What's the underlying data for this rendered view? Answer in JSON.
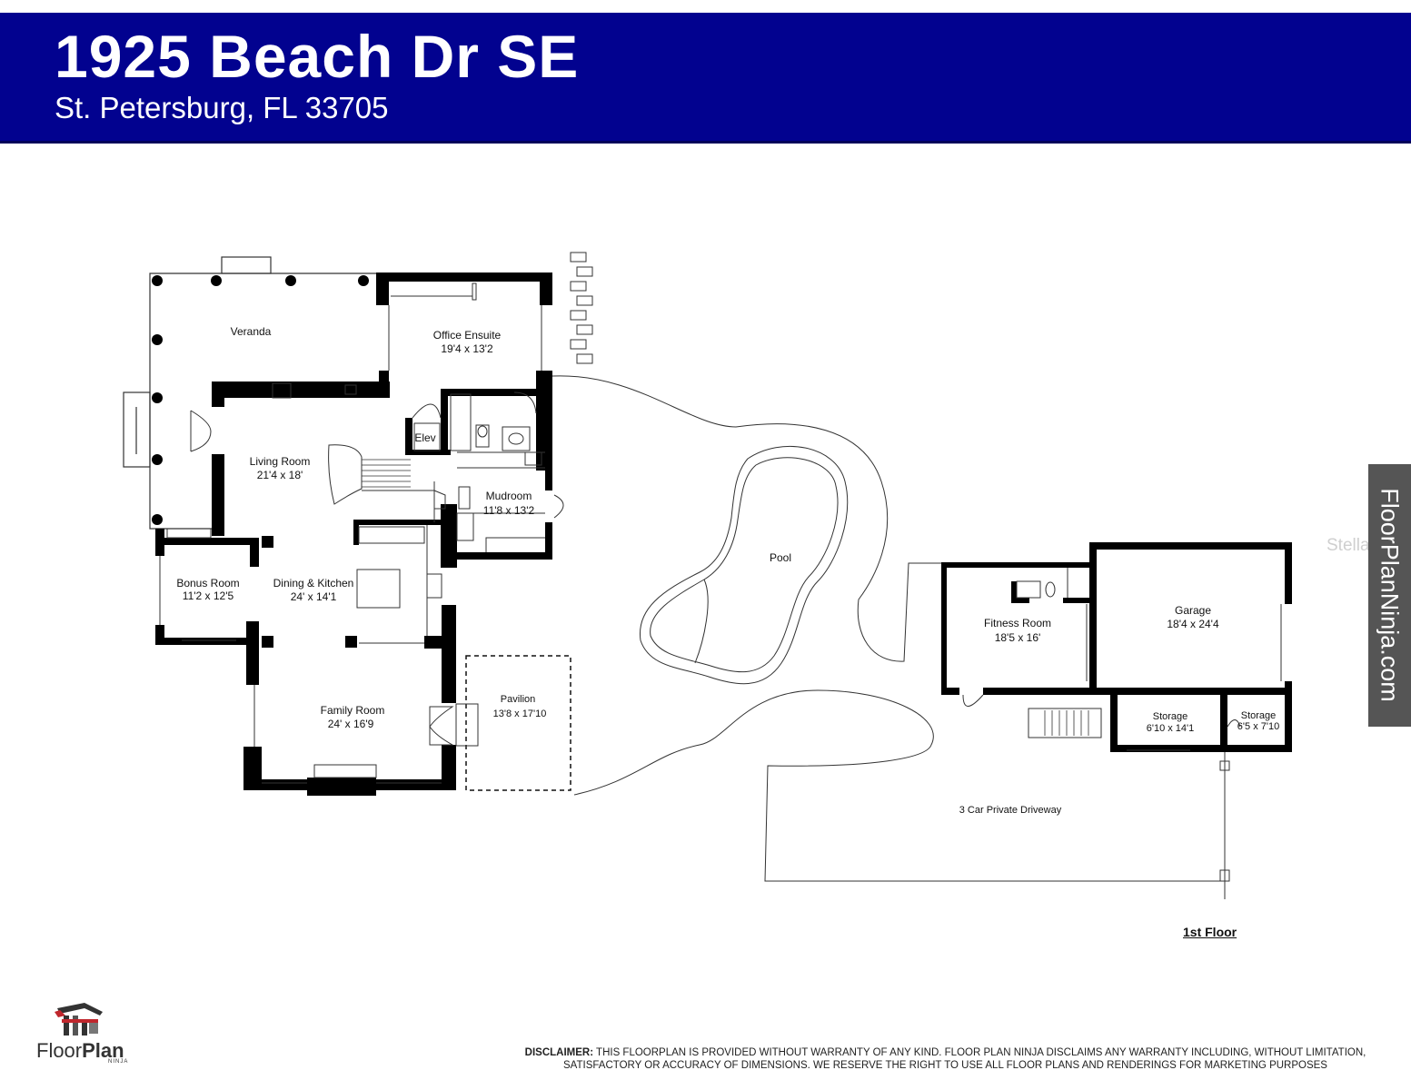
{
  "header": {
    "title": "1925 Beach Dr SE",
    "subtitle": "St. Petersburg, FL 33705",
    "background_color": "#02028f"
  },
  "rooms": [
    {
      "name": "Veranda",
      "dims": ""
    },
    {
      "name": "Office Ensuite",
      "dims": "19'4 x 13'2"
    },
    {
      "name": "Living Room",
      "dims": "21'4 x 18'"
    },
    {
      "name": "Elev",
      "dims": ""
    },
    {
      "name": "Mudroom",
      "dims": "11'8 x 13'2"
    },
    {
      "name": "Bonus Room",
      "dims": "11'2 x 12'5"
    },
    {
      "name": "Dining & Kitchen",
      "dims": "24' x 14'1"
    },
    {
      "name": "Family Room",
      "dims": "24' x 16'9"
    },
    {
      "name": "Pavilion",
      "dims": "13'8 x 17'10"
    },
    {
      "name": "Pool",
      "dims": ""
    },
    {
      "name": "Fitness Room",
      "dims": "18'5 x 16'"
    },
    {
      "name": "Garage",
      "dims": "18'4 x 24'4"
    },
    {
      "name": "Storage",
      "dims": "6'10 x 14'1"
    },
    {
      "name": "Storage",
      "dims": "6'5 x 7'10"
    },
    {
      "name": "3 Car Private Driveway",
      "dims": ""
    }
  ],
  "floor_label": "1st Floor",
  "side_tab": {
    "text": "FloorPlanNinja.com"
  },
  "watermark": "Stellar MLS",
  "disclaimer": {
    "label": "DISCLAIMER:",
    "text": "THIS FLOORPLAN IS PROVIDED WITHOUT WARRANTY OF ANY KIND. FLOOR PLAN NINJA DISCLAIMS ANY WARRANTY INCLUDING, WITHOUT LIMITATION, SATISFACTORY OR ACCURACY OF DIMENSIONS. WE RESERVE THE RIGHT TO USE ALL FLOOR PLANS AND RENDERINGS FOR MARKETING PURPOSES"
  },
  "logo": {
    "word1": "Floor",
    "word2": "Plan",
    "sub": "NINJA"
  }
}
